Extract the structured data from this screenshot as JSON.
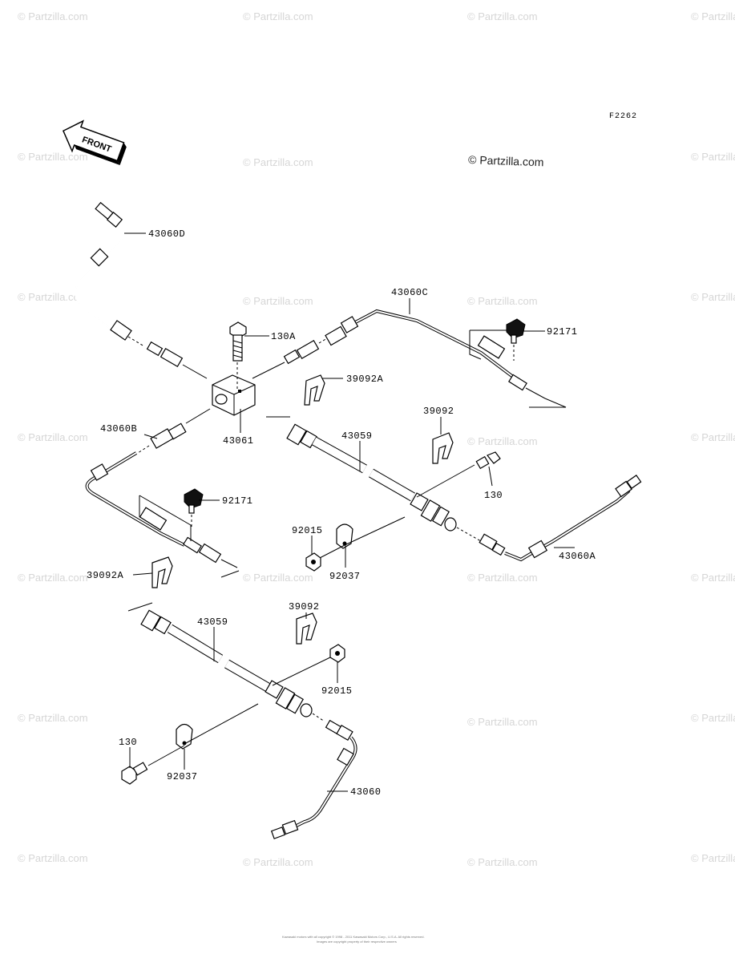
{
  "diagram_code": "F2262",
  "front_label": "FRONT",
  "copyright": "© Partzilla.com",
  "watermark": "© Partzilla.com",
  "footer_line1": "Kawasaki motors with all copyright © 1998 - 2011 Kawasaki Motors Corp., U.S.A. All rights reserved.",
  "footer_line2": "Images are copyright property of their respective owners",
  "parts": [
    {
      "id": "43060D"
    },
    {
      "id": "43060C"
    },
    {
      "id": "130A"
    },
    {
      "id": "92171"
    },
    {
      "id": "39092A"
    },
    {
      "id": "39092"
    },
    {
      "id": "43060B"
    },
    {
      "id": "43061"
    },
    {
      "id": "43059"
    },
    {
      "id": "130"
    },
    {
      "id": "92171"
    },
    {
      "id": "92015"
    },
    {
      "id": "43060A"
    },
    {
      "id": "39092A"
    },
    {
      "id": "92037"
    },
    {
      "id": "39092"
    },
    {
      "id": "43059"
    },
    {
      "id": "92015"
    },
    {
      "id": "130"
    },
    {
      "id": "92037"
    },
    {
      "id": "43060"
    }
  ]
}
